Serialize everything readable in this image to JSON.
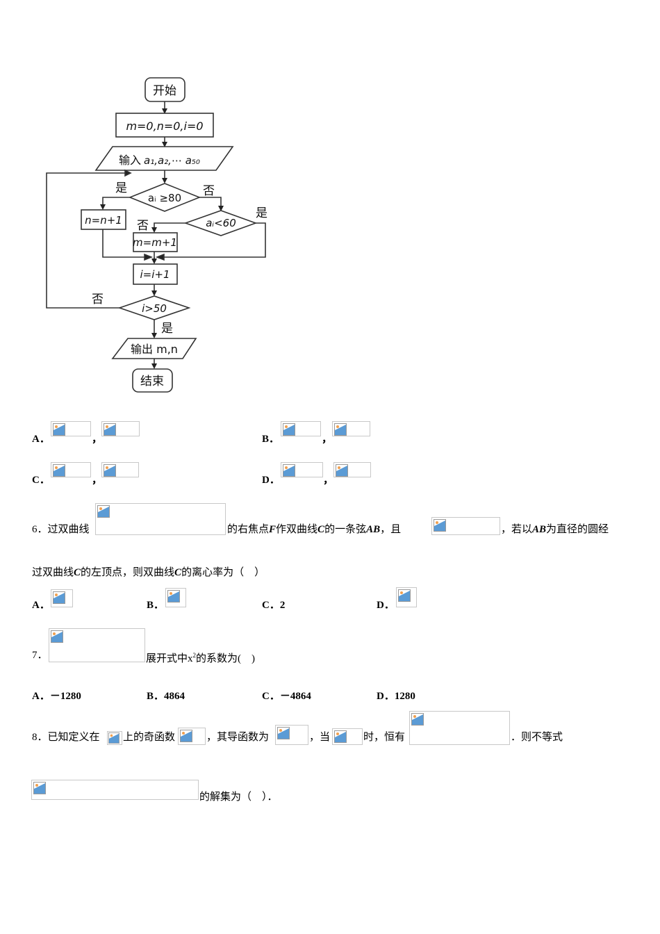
{
  "flowchart": {
    "start": "开始",
    "init": "m=0,n=0,i=0",
    "input_prefix": "输入",
    "input_vars": "a₁,a₂,⋯ a₅₀",
    "cond1": "aᵢ ≥80",
    "cond2": "aᵢ<60",
    "step_n": "n=n+1",
    "step_m": "m=m+1",
    "step_i": "i=i+1",
    "cond3": "i>50",
    "output": "输出 m,n",
    "end": "结束",
    "yes": "是",
    "no": "否"
  },
  "q5": {
    "opt_a": "A．",
    "opt_b": "B．",
    "opt_c": "C．",
    "opt_d": "D．",
    "sep": "，"
  },
  "q6": {
    "line1_a": "6．过双曲线",
    "line1_b": "的右焦点",
    "f": "F",
    "line1_c": "作双曲线",
    "c1": "C",
    "line1_d": "的一条弦",
    "ab1": "AB",
    "line1_e": "，且",
    "line1_f": "，若以",
    "ab2": "AB",
    "line1_g": "为直径的圆经",
    "line2_a": "过双曲线",
    "c2": "C",
    "line2_b": "的左顶点，则双曲线",
    "c3": "C",
    "line2_c": "的离心率为（　）",
    "opt_a": "A．",
    "opt_b": "B．",
    "opt_c": "C．",
    "opt_c_val": "2",
    "opt_d": "D．"
  },
  "q7": {
    "num": "7．",
    "text_a": "展开式中",
    "x2": "x",
    "sup": "2",
    "text_b": "的系数为(　)",
    "opt_a": "A．",
    "val_a": "－1280",
    "opt_b": "B．",
    "val_b": "4864",
    "opt_c": "C．",
    "val_c": "－4864",
    "opt_d": "D．",
    "val_d": "1280"
  },
  "q8": {
    "text_a": "8．已知定义在",
    "text_b": "上的奇函数",
    "text_c": "，其导函数为",
    "text_d": "，当",
    "text_e": "时，恒有",
    "text_f": "．则不等式",
    "text_g": "的解集为（　）．"
  }
}
